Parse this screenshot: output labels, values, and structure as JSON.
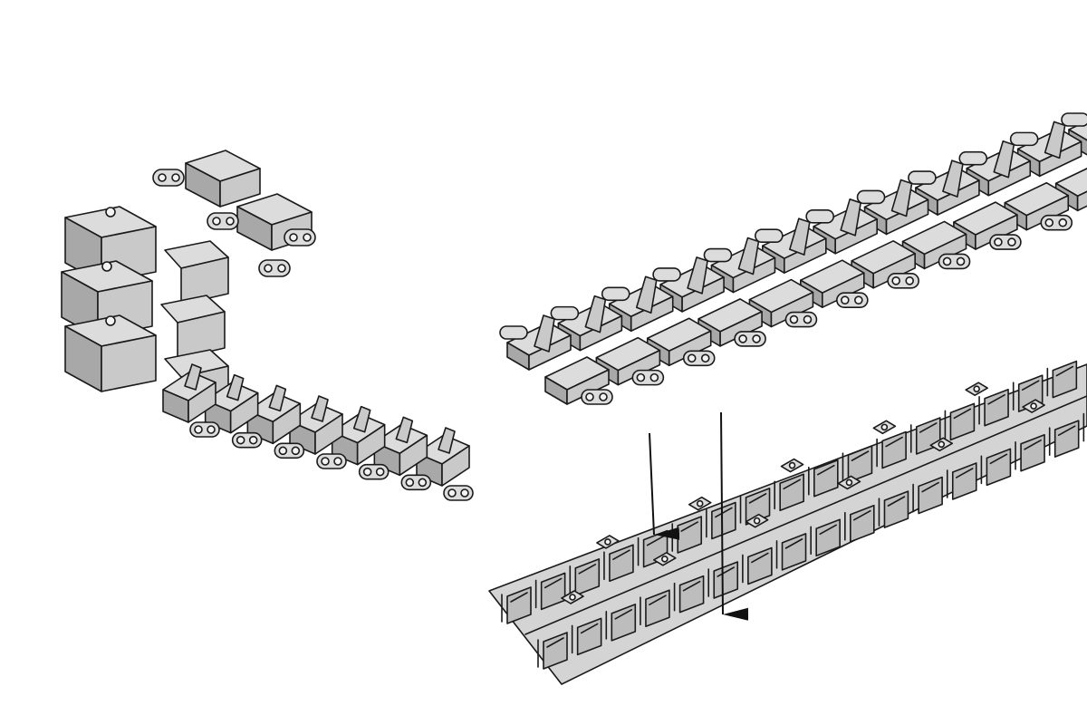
{
  "figure": {
    "background": "#ffffff",
    "part_fill": "#c9c9c9",
    "line_color": "#1a1a1a",
    "components": [
      "curved-link-track-assembly",
      "separate-link-pair",
      "straight-link-track-section",
      "flat-band-track-section",
      "placement-arrows"
    ]
  }
}
